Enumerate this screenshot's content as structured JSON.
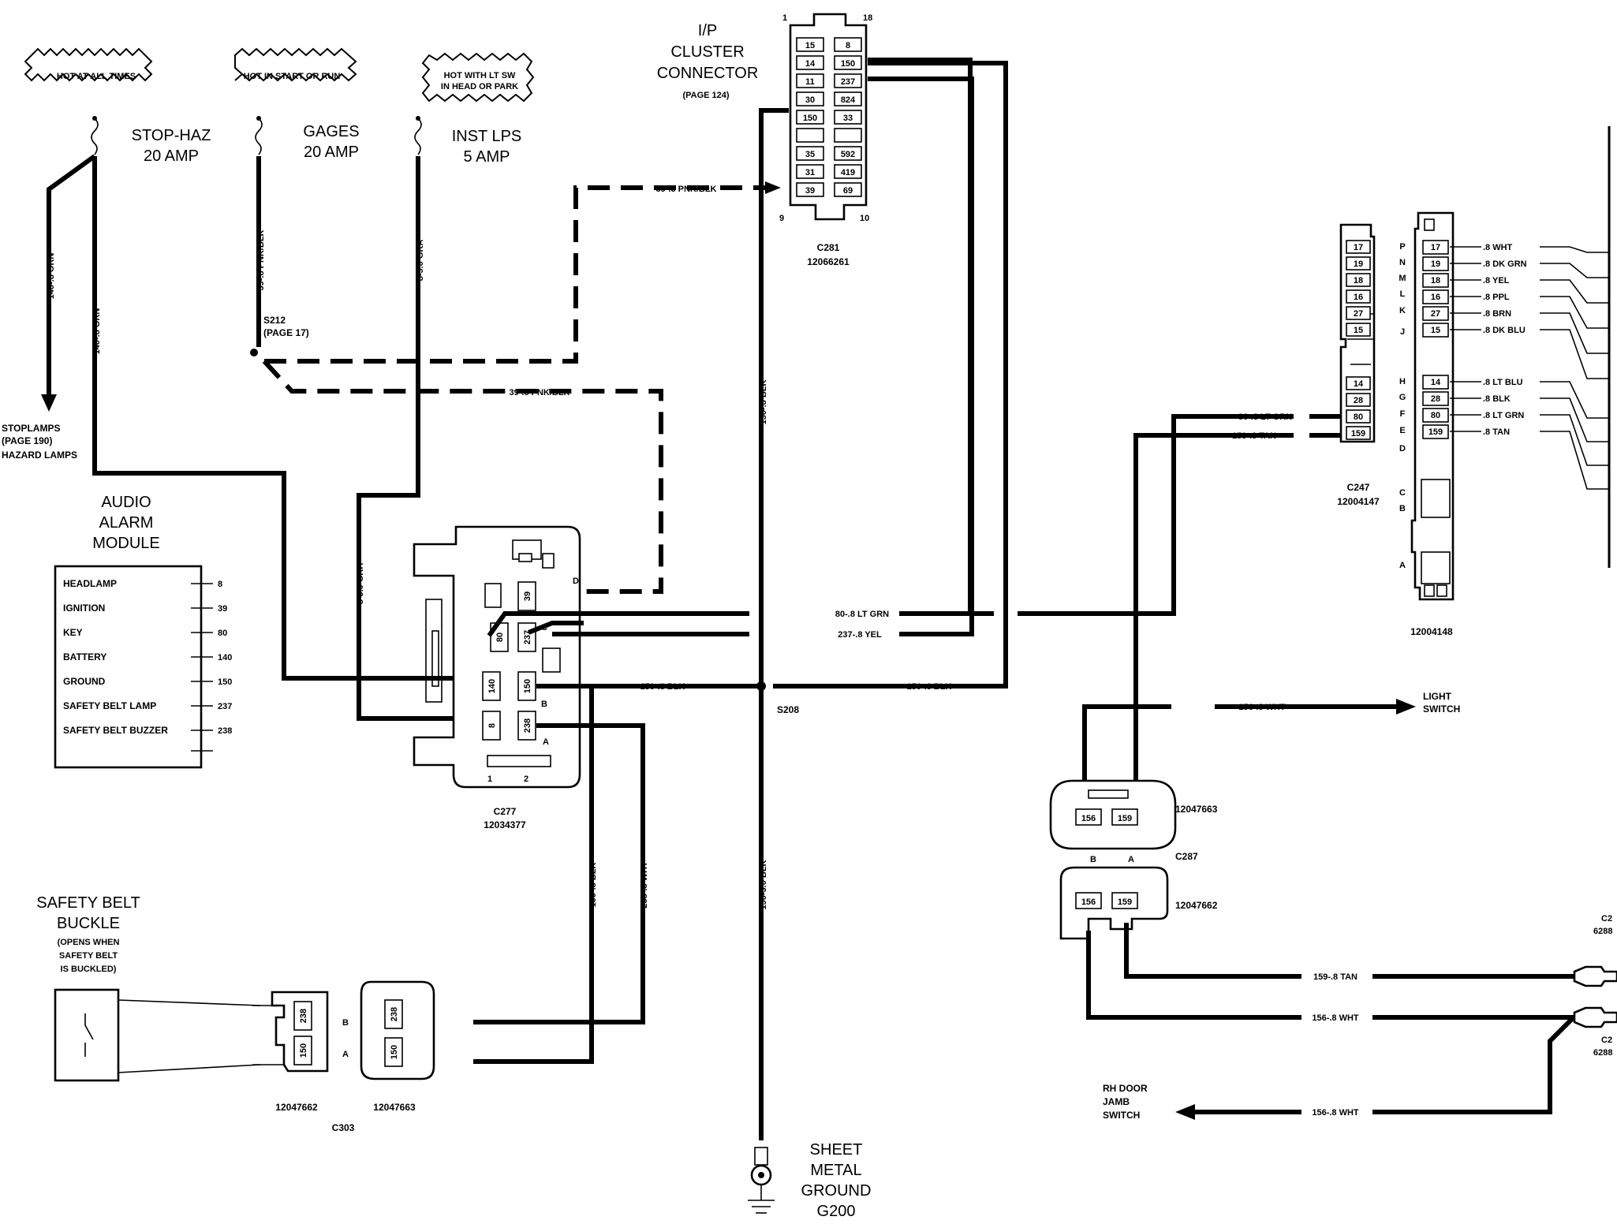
{
  "hot_labels": {
    "always": "HOT AT ALL TIMES",
    "start_run": "HOT IN START OR RUN",
    "lt_sw_1": "HOT WITH LT SW",
    "lt_sw_2": "IN HEAD OR PARK"
  },
  "fuses": {
    "stop_haz": [
      "STOP-HAZ",
      "20 AMP"
    ],
    "gages": [
      "GAGES",
      "20 AMP"
    ],
    "inst_lps": [
      "INST LPS",
      "5 AMP"
    ]
  },
  "wires": {
    "w140_left": "140-.8 ORN",
    "w140_right": "140-.8 ORN",
    "w39_vert": "39-.8 PNK/BLK",
    "w8_vert": "8-5.0 GRA",
    "w39_top": "39-.5 PNK/BLK",
    "w39_mid": "39-.8 PNK/BLK",
    "w150_vert": "150-.8 BLK",
    "w8_left": "8-5.0 GRA",
    "w80": "80-.8 LT GRN",
    "w237": "237-.8 YEL",
    "w150_a": "150-.8 BLK",
    "w150_b": "150-.8 BLK",
    "w150_down": "150-.8 BLK",
    "w238_down": "238-.8 WHT",
    "w150_gnd": "150-3.0 BLK",
    "w80_right": "80-.8 LT GRN",
    "w159_right": "159-.8 TAN",
    "w156_light": "156-.8 WHT",
    "w159_bottom": "159-.8 TAN",
    "w156_bottom": "156-.8 WHT",
    "w156_rh": "156-.8 WHT"
  },
  "stoplamps": [
    "STOPLAMPS",
    "(PAGE 190)",
    "HAZARD LAMPS"
  ],
  "s212": [
    "S212",
    "(PAGE 17)"
  ],
  "ip_cluster": {
    "title": [
      "I/P",
      "CLUSTER",
      "CONNECTOR"
    ],
    "page": "(PAGE 124)",
    "num_tl": "1",
    "num_tr": "18",
    "num_bl": "9",
    "num_br": "10",
    "left_pins": [
      "15",
      "14",
      "11",
      "30",
      "150",
      "",
      "35",
      "31",
      "39"
    ],
    "right_pins": [
      "8",
      "150",
      "237",
      "824",
      "33",
      "",
      "592",
      "419",
      "69"
    ],
    "name": "C281",
    "part": "12066261"
  },
  "audio_module": {
    "title": [
      "AUDIO",
      "ALARM",
      "MODULE"
    ],
    "rows": [
      {
        "label": "HEADLAMP",
        "pin": "8"
      },
      {
        "label": "IGNITION",
        "pin": "39"
      },
      {
        "label": "KEY",
        "pin": "80"
      },
      {
        "label": "BATTERY",
        "pin": "140"
      },
      {
        "label": "GROUND",
        "pin": "150"
      },
      {
        "label": "SAFETY BELT LAMP",
        "pin": "237"
      },
      {
        "label": "SAFETY BELT BUZZER",
        "pin": "238"
      }
    ]
  },
  "c277": {
    "pins": {
      "p39": "39",
      "p80": "80",
      "p237": "237",
      "p140": "140",
      "p150": "150",
      "p8": "8",
      "p238": "238"
    },
    "letters": {
      "d": "D",
      "c": "C",
      "b": "B",
      "a": "A"
    },
    "nums": {
      "n1": "1",
      "n2": "2"
    },
    "name": "C277",
    "part": "12034377"
  },
  "s208": "S208",
  "ground": [
    "SHEET",
    "METAL",
    "GROUND",
    "G200"
  ],
  "safety_belt": {
    "title": [
      "SAFETY BELT",
      "BUCKLE"
    ],
    "note": [
      "(OPENS WHEN",
      "SAFETY BELT",
      "IS BUCKLED)"
    ]
  },
  "c303": {
    "left_pins": [
      "238",
      "150"
    ],
    "right_pins": [
      "238",
      "150"
    ],
    "letter_b": "B",
    "letter_a": "A",
    "part_left": "12047662",
    "part_right": "12047663",
    "name": "C303"
  },
  "c247": {
    "top_pins": [
      "17",
      "19",
      "18",
      "16",
      "27",
      "15"
    ],
    "bot_pins": [
      "14",
      "28",
      "80",
      "159"
    ],
    "name": "C247",
    "part": "12004147"
  },
  "c12004148": {
    "letters": [
      "P",
      "N",
      "M",
      "L",
      "K",
      "J",
      "H",
      "G",
      "F",
      "E",
      "D",
      "C",
      "B",
      "A"
    ],
    "top_pins": [
      "17",
      "19",
      "18",
      "16",
      "27",
      "15"
    ],
    "top_wires": [
      ".8 WHT",
      ".8 DK GRN",
      ".8 YEL",
      ".8 PPL",
      ".8 BRN",
      ".8 DK BLU"
    ],
    "bot_pins": [
      "14",
      "28",
      "80",
      "159"
    ],
    "bot_wires": [
      ".8 LT BLU",
      ".8 BLK",
      ".8 LT GRN",
      ".8 TAN"
    ],
    "part": "12004148"
  },
  "light_switch": [
    "LIGHT",
    "SWITCH"
  ],
  "c287": {
    "pins_top": [
      "156",
      "159"
    ],
    "pins_bot": [
      "156",
      "159"
    ],
    "letter_b": "B",
    "letter_a": "A",
    "part_top": "12047663",
    "name": "C287",
    "part_bot": "12047662"
  },
  "rh_door": [
    "RH DOOR",
    "JAMB",
    "SWITCH"
  ],
  "edge": {
    "c_a": "C2",
    "p_a": "6288",
    "c_b": "C2",
    "p_b": "6288"
  }
}
